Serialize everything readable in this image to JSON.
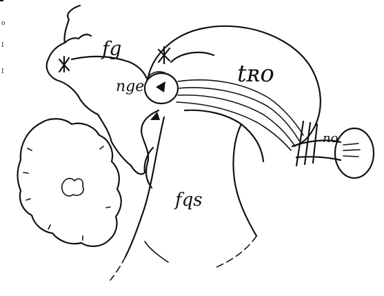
{
  "labels": {
    "fg": "fg",
    "nge": "nge",
    "tro": "tʀo",
    "no": "no",
    "fqs": "fqs"
  },
  "colors": {
    "ink": "#111111",
    "paper": "#ffffff"
  },
  "icons": {
    "fg_marker": "asterisk-cross-marker",
    "tro_marker": "asterisk-cross-marker",
    "nge_arrow": "triangle-arrow",
    "fqs_arrow": "triangle-arrow"
  }
}
